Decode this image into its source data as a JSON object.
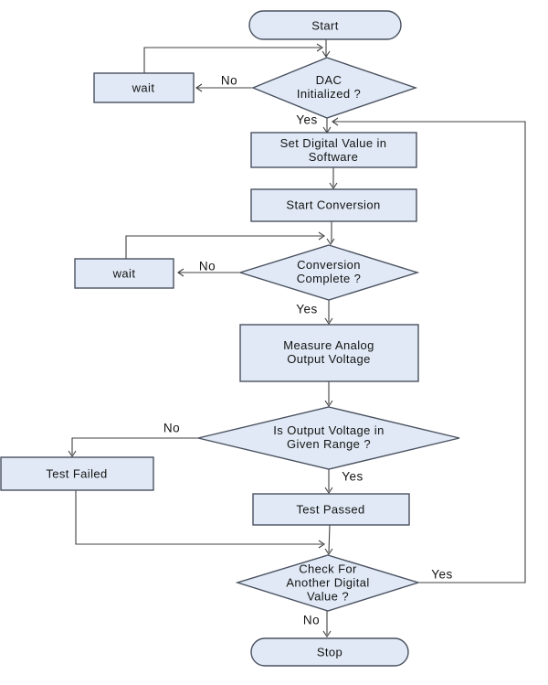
{
  "colors": {
    "background": "#ffffff",
    "shape_fill": "#e0e9f5",
    "shape_border": "#4a5160",
    "connector": "#404040",
    "text": "#141414"
  },
  "diagram": {
    "type": "flowchart",
    "nodes": {
      "start": {
        "shape": "terminator",
        "label": "Start"
      },
      "dac_initialized": {
        "shape": "decision",
        "label": "DAC\nInitialized ?"
      },
      "wait_init": {
        "shape": "process",
        "label": "wait"
      },
      "set_digital_value": {
        "shape": "process",
        "label": "Set Digital Value in\nSoftware"
      },
      "start_conversion": {
        "shape": "process",
        "label": "Start Conversion"
      },
      "conversion_complete": {
        "shape": "decision",
        "label": "Conversion\nComplete ?"
      },
      "wait_conversion": {
        "shape": "process",
        "label": "wait"
      },
      "measure_output": {
        "shape": "process",
        "label": "Measure Analog\nOutput Voltage"
      },
      "output_in_range": {
        "shape": "decision",
        "label": "Is Output Voltage in\nGiven Range ?"
      },
      "test_failed": {
        "shape": "process",
        "label": "Test Failed"
      },
      "test_passed": {
        "shape": "process",
        "label": "Test Passed"
      },
      "check_another": {
        "shape": "decision",
        "label": "Check For\nAnother Digital\nValue ?"
      },
      "stop": {
        "shape": "terminator",
        "label": "Stop"
      }
    },
    "edge_labels": {
      "dac_no": "No",
      "dac_yes": "Yes",
      "conversion_no": "No",
      "conversion_yes": "Yes",
      "range_no": "No",
      "range_yes": "Yes",
      "check_yes": "Yes",
      "check_no": "No"
    }
  }
}
